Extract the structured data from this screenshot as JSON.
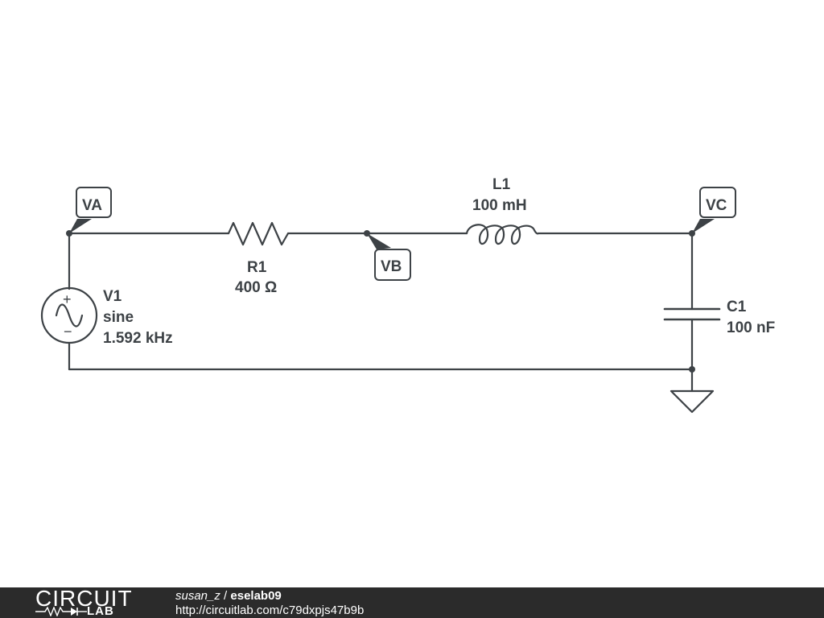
{
  "schematic": {
    "components": {
      "V1": {
        "name": "V1",
        "type": "sine",
        "value": "1.592 kHz"
      },
      "R1": {
        "name": "R1",
        "value": "400 Ω"
      },
      "L1": {
        "name": "L1",
        "value": "100 mH"
      },
      "C1": {
        "name": "C1",
        "value": "100 nF"
      }
    },
    "probes": {
      "VA": "VA",
      "VB": "VB",
      "VC": "VC"
    },
    "source_symbols": {
      "plus": "+",
      "minus": "−"
    }
  },
  "footer": {
    "brand_top": "CIRCUIT",
    "brand_bottom": "LAB",
    "user": "susan_z",
    "separator": " / ",
    "project": "eselab09",
    "url": "http://circuitlab.com/c79dxpjs47b9b"
  },
  "colors": {
    "wire": "#3d4246",
    "background": "#ffffff",
    "footer_bg": "#2b2b2b",
    "footer_text": "#ffffff"
  }
}
